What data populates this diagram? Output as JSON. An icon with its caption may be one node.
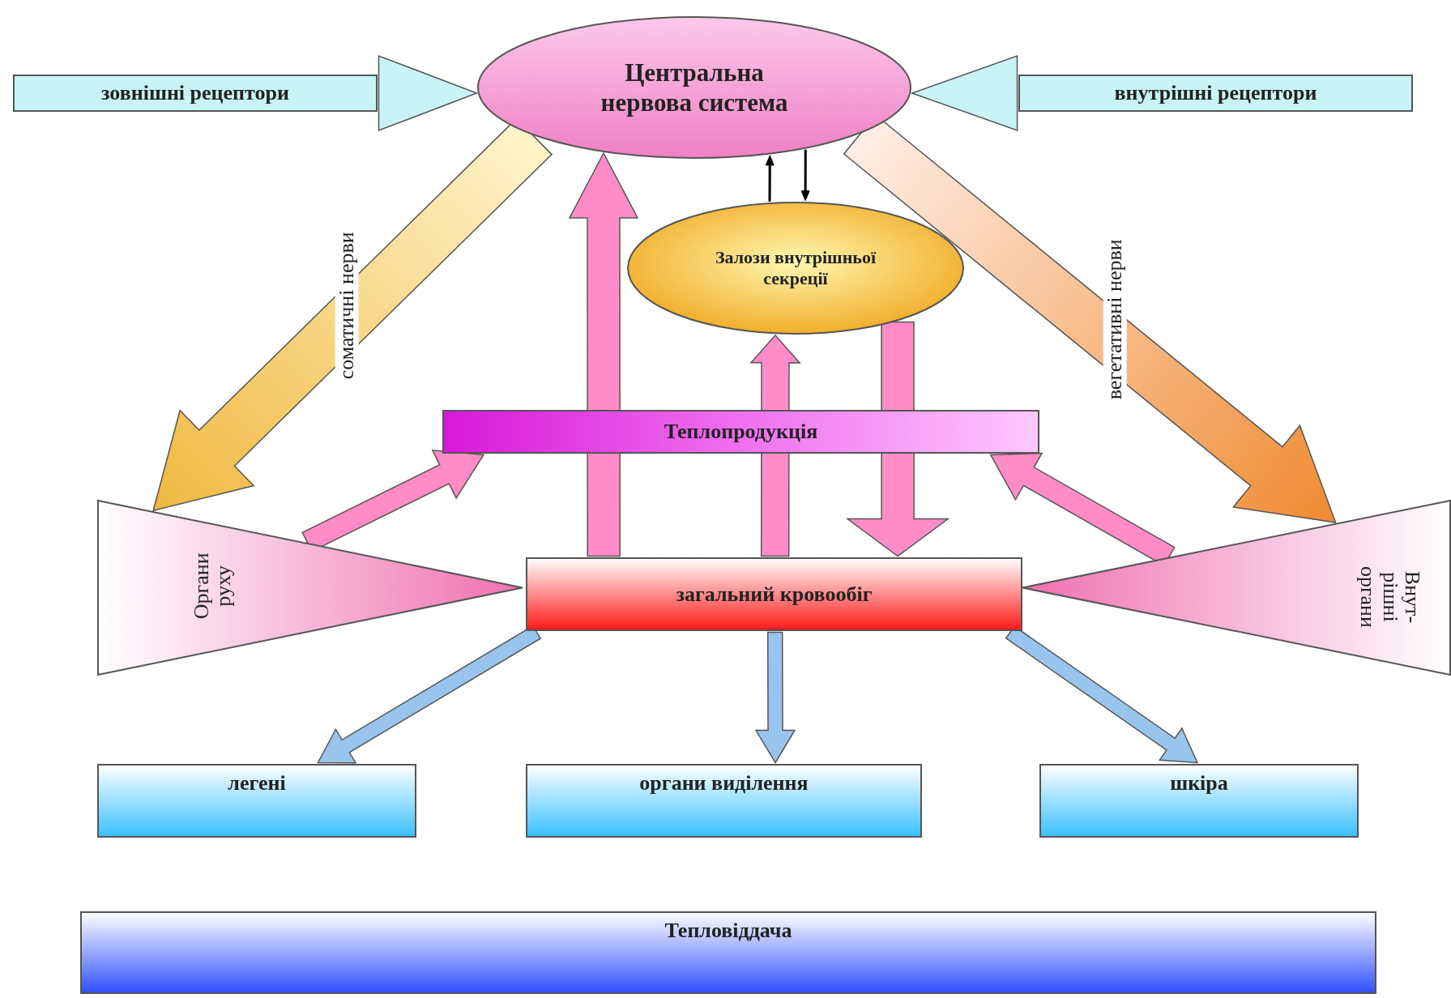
{
  "diagram": {
    "nodes": [
      {
        "text": [
          "зовнішні рецептори"
        ]
      },
      {
        "text": [
          "Центральна нервова система"
        ]
      },
      {
        "text": [
          "внутрішні рецептори"
        ]
      },
      {
        "text": [
          "Залози внутрішньої секреції"
        ]
      },
      {
        "text": [
          "Теплопродукція"
        ]
      },
      {
        "text": [
          "Органи руху"
        ]
      },
      {
        "text": [
          "загальний кровообіг"
        ]
      },
      {
        "text": [
          "Внут- рішні органи"
        ]
      },
      {
        "text": [
          "легені"
        ]
      },
      {
        "text": [
          "органи виділення"
        ]
      },
      {
        "text": [
          "шкіра"
        ]
      },
      {
        "text": [
          "Тепловіддача"
        ]
      }
    ],
    "edges": [
      {
        "from": 0,
        "to": 1,
        "arrow": "to",
        "color": "#c8f4f8"
      },
      {
        "from": 2,
        "to": 1,
        "arrow": "to",
        "color": "#c8f4f8"
      },
      {
        "from": 1,
        "to": 5,
        "arrow": "to",
        "label": "соматичні нерви",
        "color": "#f0b840"
      },
      {
        "from": 1,
        "to": 7,
        "arrow": "to",
        "label": "вегетативні нерви",
        "color": "#f08a30"
      },
      {
        "from": 3,
        "to": 1,
        "arrow": "to",
        "color": "#000000"
      },
      {
        "from": 1,
        "to": 3,
        "arrow": "to",
        "color": "#000000"
      },
      {
        "from": 6,
        "to": 1,
        "arrow": "to"
      },
      {
        "from": 6,
        "to": 3,
        "arrow": "to"
      },
      {
        "from": 3,
        "to": 6,
        "arrow": "to"
      },
      {
        "from": 5,
        "to": 4,
        "arrow": "to"
      },
      {
        "from": 7,
        "to": 4,
        "arrow": "to"
      },
      {
        "from": 6,
        "to": 8,
        "arrow": "to",
        "color": "#99c4ee"
      },
      {
        "from": 6,
        "to": 9,
        "arrow": "to",
        "color": "#99c4ee"
      },
      {
        "from": 6,
        "to": 10,
        "arrow": "to",
        "color": "#99c4ee"
      }
    ]
  }
}
